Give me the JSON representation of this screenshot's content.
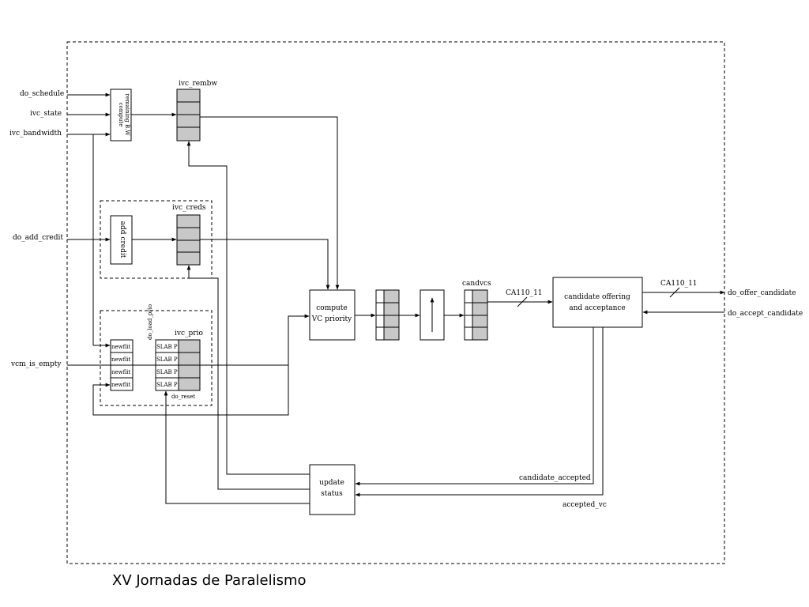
{
  "inputs": {
    "do_schedule": "do_schedule",
    "ivc_state": "ivc_state",
    "ivc_bandwidth": "ivc_bandwidth",
    "do_add_credit": "do_add_credit",
    "vcm_is_empty": "vcm_is_empty"
  },
  "outputs": {
    "do_offer_candidate": "do_offer_candidate",
    "do_accept_candidate": "do_accept_candidate"
  },
  "blocks": {
    "compute_bw_line1": "compute",
    "compute_bw_line2": "remaining B.W",
    "ivc_rembw": "ivc_rembw",
    "add_credit": "add credit",
    "ivc_creds": "ivc_creds",
    "compute_prio_line1": "compute",
    "compute_prio_line2": "VC priority",
    "candvcs": "candvcs",
    "offer_line1": "candidate offering",
    "offer_line2": "and acceptance",
    "update_line1": "update",
    "update_line2": "status",
    "ivc_prio": "ivc_prio",
    "do_load_prio": "do_load_prio",
    "do_reset": "do_reset",
    "newflit": [
      "newflit",
      "newflit",
      "newflit",
      "newflit"
    ],
    "slab": [
      "SLAB P",
      "SLAB P",
      "SLAB P",
      "SLAB P"
    ]
  },
  "signals": {
    "ca_bus_1": "CA110_11",
    "ca_bus_2": "CA110_11",
    "candidate_accepted": "candidate_accepted",
    "accepted_vc": "accepted_vc"
  },
  "footer": "XV Jornadas de Paralelismo"
}
